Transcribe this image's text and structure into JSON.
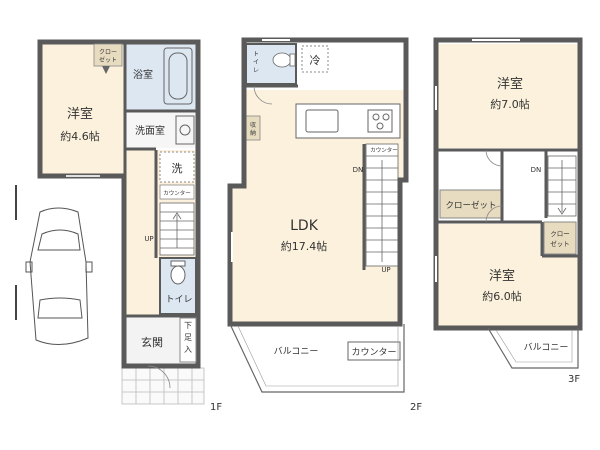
{
  "floors": {
    "f1": "1F",
    "f2": "2F",
    "f3": "3F"
  },
  "rooms": {
    "f1_western_name": "洋室",
    "f1_western_size": "約4.6帖",
    "f1_closet": [
      "クロー",
      "ゼット"
    ],
    "bath": "浴室",
    "washroom": "洗面室",
    "washer": "洗",
    "counter_1f": "カウンター",
    "up_1f": "UP",
    "toilet_1f": "トイレ",
    "entrance": "玄関",
    "shoe_storage": [
      "下",
      "足",
      "入"
    ],
    "toilet_2f": [
      "ト",
      "イ",
      "レ"
    ],
    "fridge": "冷",
    "storage_2f": [
      "収",
      "納"
    ],
    "counter_2f_small": "カウンター",
    "dn_2f": "DN",
    "up_2f": "UP",
    "ldk_name": "LDK",
    "ldk_size": "約17.4帖",
    "balcony_2f": "バルコニー",
    "counter_2f": "カウンター",
    "f3_room_a_name": "洋室",
    "f3_room_a_size": "約7.0帖",
    "dn_3f": "DN",
    "closet_3f": "クローゼット",
    "f3_closet_small": [
      "クロー",
      "ゼット"
    ],
    "f3_room_b_name": "洋室",
    "f3_room_b_size": "約6.0帖",
    "balcony_3f": "バルコニー"
  },
  "colors": {
    "wall": "#5a5a5a",
    "room_floor": "#fbf1dc",
    "wet_floor": "#dde7f2",
    "closet": "#e8dcc0",
    "line": "#444444"
  }
}
